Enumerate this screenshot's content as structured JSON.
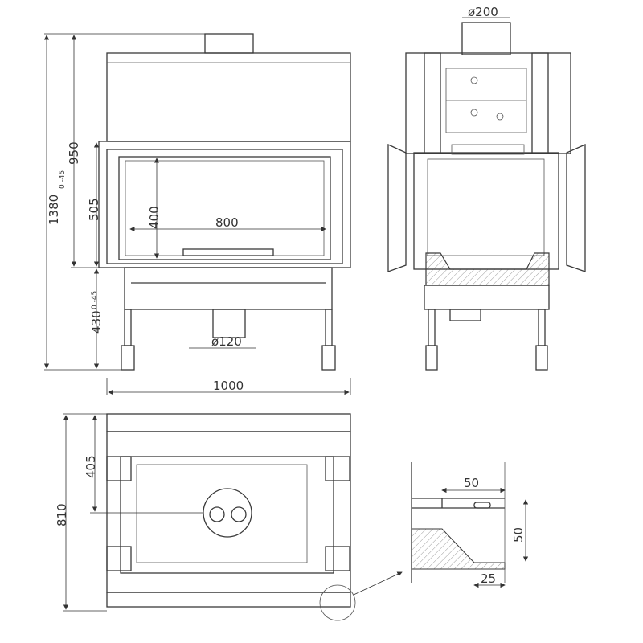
{
  "views": {
    "front": {
      "dim_flue": "",
      "dim_total_height": "1380",
      "dim_total_height_tol": "0 -45",
      "dim_950": "950",
      "dim_505": "505",
      "dim_400": "400",
      "dim_800": "800",
      "dim_430": "430",
      "dim_430_tol": "0 -45",
      "dim_air_inlet": "ø120",
      "dim_width": "1000"
    },
    "side": {
      "dim_flue": "ø200"
    },
    "plan": {
      "dim_405": "405",
      "dim_810": "810"
    },
    "detail": {
      "dim_50_top": "50",
      "dim_50_side": "50",
      "dim_25": "25"
    }
  },
  "colors": {
    "line": "#3a3a3a",
    "hatch_fill": "#e6e6e6"
  }
}
